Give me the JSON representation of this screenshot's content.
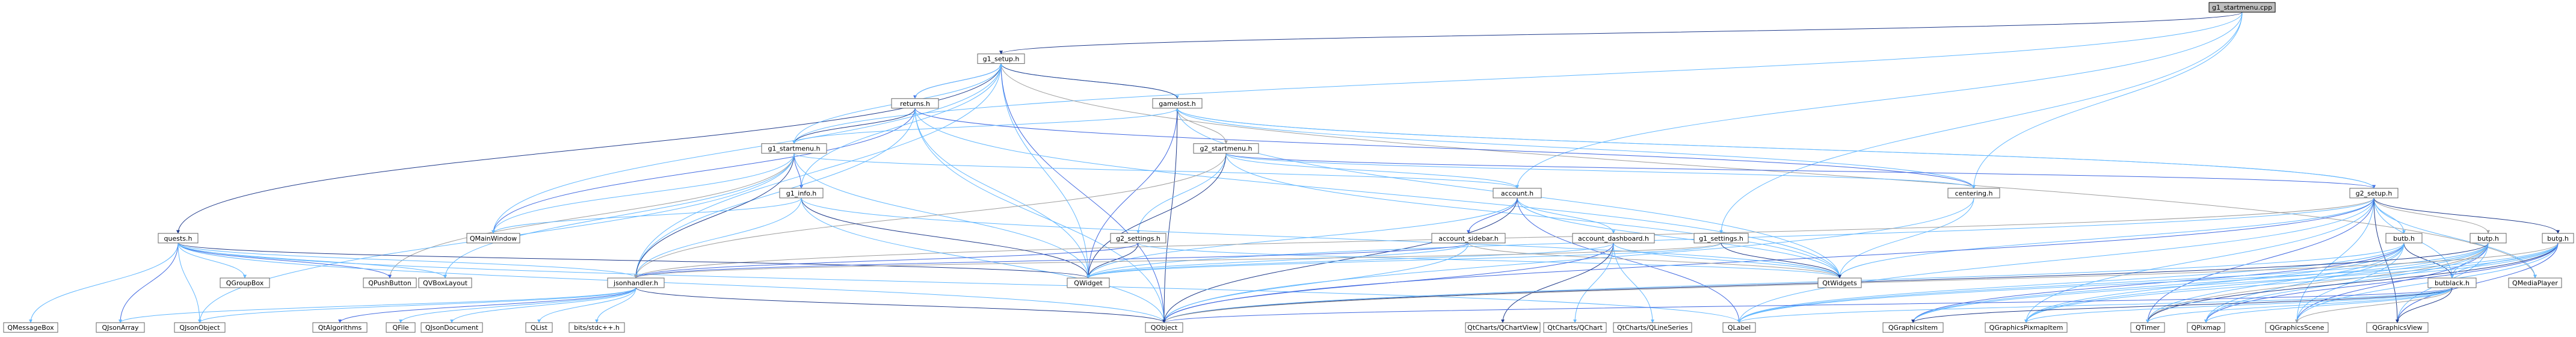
{
  "graph": {
    "root_id": "g1_startmenu_cpp",
    "nodes": [
      {
        "id": "g1_startmenu_cpp",
        "label": "g1_startmenu.cpp"
      },
      {
        "id": "g1_setup_h",
        "label": "g1_setup.h"
      },
      {
        "id": "returns_h",
        "label": "returns.h"
      },
      {
        "id": "gamelost_h",
        "label": "gamelost.h"
      },
      {
        "id": "g1_startmenu_h",
        "label": "g1_startmenu.h"
      },
      {
        "id": "g2_startmenu_h",
        "label": "g2_startmenu.h"
      },
      {
        "id": "account_h",
        "label": "account.h"
      },
      {
        "id": "centering_h",
        "label": "centering.h"
      },
      {
        "id": "g2_setup_h",
        "label": "g2_setup.h"
      },
      {
        "id": "g1_info_h",
        "label": "g1_info.h"
      },
      {
        "id": "quests_h",
        "label": "quests.h"
      },
      {
        "id": "g2_settings_h",
        "label": "g2_settings.h"
      },
      {
        "id": "account_sidebar_h",
        "label": "account_sidebar.h"
      },
      {
        "id": "account_dashboard_h",
        "label": "account_dashboard.h"
      },
      {
        "id": "g1_settings_h",
        "label": "g1_settings.h"
      },
      {
        "id": "butb_h",
        "label": "butb.h"
      },
      {
        "id": "butp_h",
        "label": "butp.h"
      },
      {
        "id": "butg_h",
        "label": "butg.h"
      },
      {
        "id": "butblack_h",
        "label": "butblack.h"
      },
      {
        "id": "jsonhandler_h",
        "label": "jsonhandler.h"
      },
      {
        "id": "QMainWindow",
        "label": "QMainWindow"
      },
      {
        "id": "QGroupBox",
        "label": "QGroupBox"
      },
      {
        "id": "QPushButton",
        "label": "QPushButton"
      },
      {
        "id": "QVBoxLayout",
        "label": "QVBoxLayout"
      },
      {
        "id": "QWidget",
        "label": "QWidget"
      },
      {
        "id": "QtWidgets",
        "label": "QtWidgets"
      },
      {
        "id": "QtCharts_QChartView",
        "label": "QtCharts/QChartView"
      },
      {
        "id": "QtCharts_QChart",
        "label": "QtCharts/QChart"
      },
      {
        "id": "QtCharts_QLineSeries",
        "label": "QtCharts/QLineSeries"
      },
      {
        "id": "QMediaPlayer",
        "label": "QMediaPlayer"
      },
      {
        "id": "QMessageBox",
        "label": "QMessageBox"
      },
      {
        "id": "QJsonArray",
        "label": "QJsonArray"
      },
      {
        "id": "QJsonObject",
        "label": "QJsonObject"
      },
      {
        "id": "QtAlgorithms",
        "label": "QtAlgorithms"
      },
      {
        "id": "QFile",
        "label": "QFile"
      },
      {
        "id": "QJsonDocument",
        "label": "QJsonDocument"
      },
      {
        "id": "QList",
        "label": "QList"
      },
      {
        "id": "bits_stdcpp_h",
        "label": "bits/stdc++.h"
      },
      {
        "id": "QObject",
        "label": "QObject"
      },
      {
        "id": "QLabel",
        "label": "QLabel"
      },
      {
        "id": "QGraphicsItem",
        "label": "QGraphicsItem"
      },
      {
        "id": "QGraphicsPixmapItem",
        "label": "QGraphicsPixmapItem"
      },
      {
        "id": "QTimer",
        "label": "QTimer"
      },
      {
        "id": "QPixmap",
        "label": "QPixmap"
      },
      {
        "id": "QGraphicsScene",
        "label": "QGraphicsScene"
      },
      {
        "id": "QGraphicsView",
        "label": "QGraphicsView"
      }
    ],
    "edges": [
      [
        "g1_startmenu_cpp",
        "g1_setup_h"
      ],
      [
        "g1_startmenu_cpp",
        "g1_startmenu_h"
      ],
      [
        "g1_startmenu_cpp",
        "account_h"
      ],
      [
        "g1_startmenu_cpp",
        "centering_h"
      ],
      [
        "g1_startmenu_cpp",
        "g1_settings_h"
      ],
      [
        "g1_setup_h",
        "returns_h"
      ],
      [
        "g1_setup_h",
        "gamelost_h"
      ],
      [
        "g1_setup_h",
        "quests_h"
      ],
      [
        "g1_setup_h",
        "QMainWindow"
      ],
      [
        "g1_setup_h",
        "QWidget"
      ],
      [
        "g1_setup_h",
        "QObject"
      ],
      [
        "g1_setup_h",
        "QMediaPlayer"
      ],
      [
        "g1_setup_h",
        "jsonhandler_h"
      ],
      [
        "returns_h",
        "g1_setup_h"
      ],
      [
        "returns_h",
        "g1_startmenu_h"
      ],
      [
        "returns_h",
        "QMainWindow"
      ],
      [
        "returns_h",
        "QWidget"
      ],
      [
        "returns_h",
        "QtWidgets"
      ],
      [
        "returns_h",
        "QObject"
      ],
      [
        "returns_h",
        "jsonhandler_h"
      ],
      [
        "returns_h",
        "centering_h"
      ],
      [
        "gamelost_h",
        "g1_setup_h"
      ],
      [
        "gamelost_h",
        "g2_startmenu_h"
      ],
      [
        "gamelost_h",
        "g1_startmenu_h"
      ],
      [
        "gamelost_h",
        "g2_setup_h"
      ],
      [
        "gamelost_h",
        "QWidget"
      ],
      [
        "gamelost_h",
        "QtWidgets"
      ],
      [
        "gamelost_h",
        "centering_h"
      ],
      [
        "gamelost_h",
        "QObject"
      ],
      [
        "g1_startmenu_h",
        "g1_setup_h"
      ],
      [
        "g1_startmenu_h",
        "g1_info_h"
      ],
      [
        "g1_startmenu_h",
        "QMainWindow"
      ],
      [
        "g1_startmenu_h",
        "QWidget"
      ],
      [
        "g1_startmenu_h",
        "QPushButton"
      ],
      [
        "g1_startmenu_h",
        "QVBoxLayout"
      ],
      [
        "g1_startmenu_h",
        "jsonhandler_h"
      ],
      [
        "g1_startmenu_h",
        "QJsonObject"
      ],
      [
        "g1_startmenu_h",
        "account_h"
      ],
      [
        "g2_startmenu_h",
        "account_h"
      ],
      [
        "g2_startmenu_h",
        "g2_settings_h"
      ],
      [
        "g2_startmenu_h",
        "g2_setup_h"
      ],
      [
        "g2_startmenu_h",
        "centering_h"
      ],
      [
        "g2_startmenu_h",
        "QWidget"
      ],
      [
        "g2_startmenu_h",
        "QtWidgets"
      ],
      [
        "g2_startmenu_h",
        "jsonhandler_h"
      ],
      [
        "account_h",
        "account_sidebar_h"
      ],
      [
        "account_h",
        "account_dashboard_h"
      ],
      [
        "account_h",
        "QWidget"
      ],
      [
        "account_h",
        "QtWidgets"
      ],
      [
        "account_h",
        "QObject"
      ],
      [
        "account_h",
        "QLabel"
      ],
      [
        "centering_h",
        "QtWidgets"
      ],
      [
        "centering_h",
        "QObject"
      ],
      [
        "g2_setup_h",
        "gamelost_h"
      ],
      [
        "g2_setup_h",
        "butb_h"
      ],
      [
        "g2_setup_h",
        "butp_h"
      ],
      [
        "g2_setup_h",
        "butg_h"
      ],
      [
        "g2_setup_h",
        "butblack_h"
      ],
      [
        "g2_setup_h",
        "QMediaPlayer"
      ],
      [
        "g2_setup_h",
        "QtWidgets"
      ],
      [
        "g2_setup_h",
        "QObject"
      ],
      [
        "g2_setup_h",
        "QLabel"
      ],
      [
        "g2_setup_h",
        "QGraphicsScene"
      ],
      [
        "g2_setup_h",
        "QGraphicsView"
      ],
      [
        "g2_setup_h",
        "QGraphicsPixmapItem"
      ],
      [
        "g2_setup_h",
        "QTimer"
      ],
      [
        "g2_setup_h",
        "jsonhandler_h"
      ],
      [
        "g2_setup_h",
        "QWidget"
      ],
      [
        "g1_info_h",
        "g1_setup_h"
      ],
      [
        "g1_info_h",
        "QMainWindow"
      ],
      [
        "g1_info_h",
        "QWidget"
      ],
      [
        "g1_info_h",
        "QObject"
      ],
      [
        "g1_info_h",
        "jsonhandler_h"
      ],
      [
        "g1_info_h",
        "QtWidgets"
      ],
      [
        "quests_h",
        "QGroupBox"
      ],
      [
        "quests_h",
        "QPushButton"
      ],
      [
        "quests_h",
        "QVBoxLayout"
      ],
      [
        "quests_h",
        "QWidget"
      ],
      [
        "quests_h",
        "jsonhandler_h"
      ],
      [
        "quests_h",
        "QMessageBox"
      ],
      [
        "quests_h",
        "QJsonArray"
      ],
      [
        "quests_h",
        "QJsonObject"
      ],
      [
        "quests_h",
        "QObject"
      ],
      [
        "quests_h",
        "QLabel"
      ],
      [
        "g2_settings_h",
        "QWidget"
      ],
      [
        "g2_settings_h",
        "jsonhandler_h"
      ],
      [
        "g2_settings_h",
        "QtWidgets"
      ],
      [
        "account_sidebar_h",
        "QWidget"
      ],
      [
        "account_sidebar_h",
        "QtWidgets"
      ],
      [
        "account_sidebar_h",
        "QObject"
      ],
      [
        "account_sidebar_h",
        "jsonhandler_h"
      ],
      [
        "account_dashboard_h",
        "QtCharts_QChartView"
      ],
      [
        "account_dashboard_h",
        "QtCharts_QChart"
      ],
      [
        "account_dashboard_h",
        "QtCharts_QLineSeries"
      ],
      [
        "account_dashboard_h",
        "QWidget"
      ],
      [
        "account_dashboard_h",
        "QObject"
      ],
      [
        "account_dashboard_h",
        "QtWidgets"
      ],
      [
        "g1_settings_h",
        "QWidget"
      ],
      [
        "g1_settings_h",
        "QtWidgets"
      ],
      [
        "g1_settings_h",
        "jsonhandler_h"
      ],
      [
        "butb_h",
        "QGraphicsItem"
      ],
      [
        "butb_h",
        "QGraphicsPixmapItem"
      ],
      [
        "butb_h",
        "QTimer"
      ],
      [
        "butb_h",
        "QPixmap"
      ],
      [
        "butb_h",
        "QObject"
      ],
      [
        "butb_h",
        "butblack_h"
      ],
      [
        "butb_h",
        "QLabel"
      ],
      [
        "butb_h",
        "QGraphicsScene"
      ],
      [
        "butp_h",
        "QGraphicsItem"
      ],
      [
        "butp_h",
        "QGraphicsPixmapItem"
      ],
      [
        "butp_h",
        "QTimer"
      ],
      [
        "butp_h",
        "QPixmap"
      ],
      [
        "butp_h",
        "QObject"
      ],
      [
        "butp_h",
        "butblack_h"
      ],
      [
        "butp_h",
        "QLabel"
      ],
      [
        "butp_h",
        "QGraphicsScene"
      ],
      [
        "butp_h",
        "QGraphicsView"
      ],
      [
        "butg_h",
        "QGraphicsItem"
      ],
      [
        "butg_h",
        "QGraphicsPixmapItem"
      ],
      [
        "butg_h",
        "QTimer"
      ],
      [
        "butg_h",
        "QPixmap"
      ],
      [
        "butg_h",
        "QObject"
      ],
      [
        "butg_h",
        "butblack_h"
      ],
      [
        "butg_h",
        "QLabel"
      ],
      [
        "butg_h",
        "QGraphicsScene"
      ],
      [
        "butg_h",
        "QGraphicsView"
      ],
      [
        "butblack_h",
        "QGraphicsItem"
      ],
      [
        "butblack_h",
        "QGraphicsPixmapItem"
      ],
      [
        "butblack_h",
        "QTimer"
      ],
      [
        "butblack_h",
        "QPixmap"
      ],
      [
        "butblack_h",
        "QObject"
      ],
      [
        "butblack_h",
        "QLabel"
      ],
      [
        "butblack_h",
        "QGraphicsScene"
      ],
      [
        "butblack_h",
        "QGraphicsView"
      ],
      [
        "jsonhandler_h",
        "QJsonObject"
      ],
      [
        "jsonhandler_h",
        "QtAlgorithms"
      ],
      [
        "jsonhandler_h",
        "QFile"
      ],
      [
        "jsonhandler_h",
        "QJsonDocument"
      ],
      [
        "jsonhandler_h",
        "QList"
      ],
      [
        "jsonhandler_h",
        "bits_stdcpp_h"
      ],
      [
        "jsonhandler_h",
        "QObject"
      ],
      [
        "jsonhandler_h",
        "QJsonArray"
      ]
    ]
  },
  "colors": {
    "edge_primary": "#63b8ff",
    "edge_dark": "#1f3a8a",
    "edge_mid": "#4169e1",
    "edge_gray": "#9e9e9e",
    "root_fill": "#bfbfbf",
    "node_border": "#666666"
  }
}
